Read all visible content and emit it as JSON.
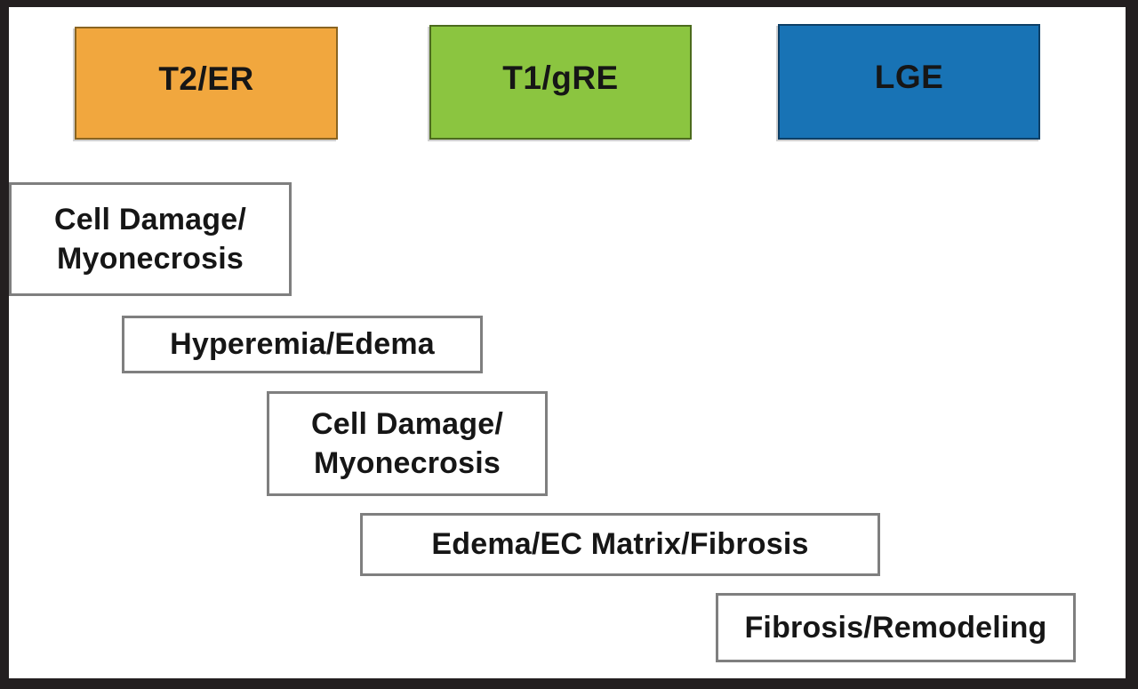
{
  "figure": {
    "description": "Staircase diagram mapping CMR imaging modalities to myocardial tissue findings",
    "modalities": [
      {
        "label": "T2/ER",
        "fill": "#F1A73E",
        "border": "#8a6420"
      },
      {
        "label": "T1/gRE",
        "fill": "#8BC540",
        "border": "#4c6b1d"
      },
      {
        "label": "LGE",
        "fill": "#1873B5",
        "border": "#0d3f66"
      }
    ],
    "findings": [
      {
        "label": "Cell Damage/\nMyonecrosis"
      },
      {
        "label": "Hyperemia/Edema"
      },
      {
        "label": "Cell Damage/\nMyonecrosis"
      },
      {
        "label": "Edema/EC Matrix/Fibrosis"
      },
      {
        "label": "Fibrosis/Remodeling"
      }
    ],
    "colors": {
      "background": "#ffffff",
      "frame": "#231f20",
      "finding_border": "#7f7f7f",
      "text": "#161616"
    }
  }
}
